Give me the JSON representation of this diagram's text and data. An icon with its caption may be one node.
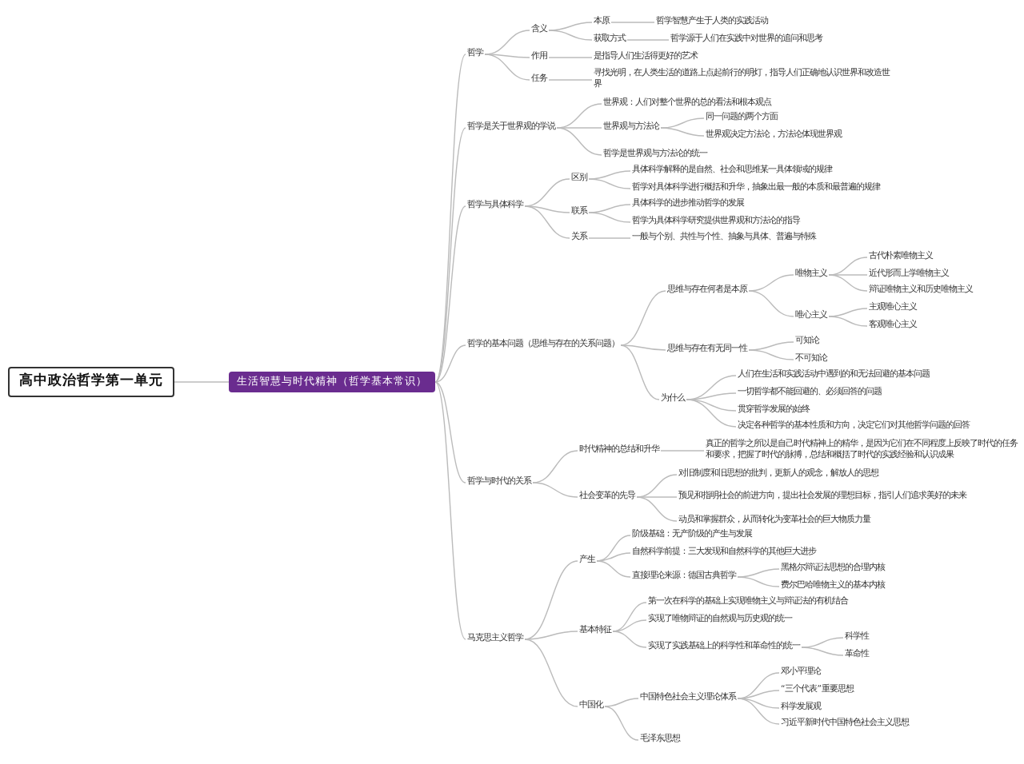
{
  "diagram": {
    "nodes": [
      {
        "text": [
          "高中政治哲学第一单元"
        ]
      },
      {
        "text": [
          "生活智慧与时代精神（哲学基本常识）"
        ]
      },
      {
        "text": [
          "哲学"
        ]
      },
      {
        "text": [
          "含义"
        ]
      },
      {
        "text": [
          "本原"
        ]
      },
      {
        "text": [
          "哲学智慧产生于人类的实践活动"
        ]
      },
      {
        "text": [
          "获取方式"
        ]
      },
      {
        "text": [
          "哲学源于人们在实践中对世界的追问和思考"
        ]
      },
      {
        "text": [
          "作用"
        ]
      },
      {
        "text": [
          "是指导人们生活得更好的艺术"
        ]
      },
      {
        "text": [
          "任务"
        ]
      },
      {
        "text": [
          "寻找光明，在人类生活的道路上点起前行的明灯，指导人们正确地认识世界和改造世界"
        ]
      },
      {
        "text": [
          "哲学是关于世界观的学说"
        ]
      },
      {
        "text": [
          "世界观：人们对整个世界的总的看法和根本观点"
        ]
      },
      {
        "text": [
          "世界观与方法论"
        ]
      },
      {
        "text": [
          "同一问题的两个方面"
        ]
      },
      {
        "text": [
          "世界观决定方法论，方法论体现世界观"
        ]
      },
      {
        "text": [
          "哲学是世界观与方法论的统一"
        ]
      },
      {
        "text": [
          "哲学与具体科学"
        ]
      },
      {
        "text": [
          "区别"
        ]
      },
      {
        "text": [
          "具体科学解释的是自然、社会和思维某一具体领域的规律"
        ]
      },
      {
        "text": [
          "哲学对具体科学进行概括和升华，抽象出最一般的本质和最普遍的规律"
        ]
      },
      {
        "text": [
          "联系"
        ]
      },
      {
        "text": [
          "具体科学的进步推动哲学的发展"
        ]
      },
      {
        "text": [
          "哲学为具体科学研究提供世界观和方法论的指导"
        ]
      },
      {
        "text": [
          "关系"
        ]
      },
      {
        "text": [
          "一般与个别、共性与个性、抽象与具体、普遍与特殊"
        ]
      },
      {
        "text": [
          "哲学的基本问题（思维与存在的关系问题）"
        ]
      },
      {
        "text": [
          "思维与存在何者是本原"
        ]
      },
      {
        "text": [
          "唯物主义"
        ]
      },
      {
        "text": [
          "古代朴素唯物主义"
        ]
      },
      {
        "text": [
          "近代形而上学唯物主义"
        ]
      },
      {
        "text": [
          "辩证唯物主义和历史唯物主义"
        ]
      },
      {
        "text": [
          "唯心主义"
        ]
      },
      {
        "text": [
          "主观唯心主义"
        ]
      },
      {
        "text": [
          "客观唯心主义"
        ]
      },
      {
        "text": [
          "思维与存在有无同一性"
        ]
      },
      {
        "text": [
          "可知论"
        ]
      },
      {
        "text": [
          "不可知论"
        ]
      },
      {
        "text": [
          "为什么"
        ]
      },
      {
        "text": [
          "人们在生活和实践活动中遇到的和无法回避的基本问题"
        ]
      },
      {
        "text": [
          "一切哲学都不能回避的、必须回答的问题"
        ]
      },
      {
        "text": [
          "贯穿哲学发展的始终"
        ]
      },
      {
        "text": [
          "决定各种哲学的基本性质和方向，决定它们对其他哲学问题的回答"
        ]
      },
      {
        "text": [
          "哲学与时代的关系"
        ]
      },
      {
        "text": [
          "时代精神的总结和升华"
        ]
      },
      {
        "text": [
          "真正的哲学之所以是自己时代精神上的精华，是因为它们在不同程度上反映了时代的任务和要求，把握了时代的脉搏，总结和概括了时代的实践经验和认识成果"
        ]
      },
      {
        "text": [
          "社会变革的先导"
        ]
      },
      {
        "text": [
          "对旧制度和旧思想的批判，更新人的观念，解放人的思想"
        ]
      },
      {
        "text": [
          "预见和指明社会的前进方向，提出社会发展的理想目标，指引人们追求美好的未来"
        ]
      },
      {
        "text": [
          "动员和掌握群众，从而转化为变革社会的巨大物质力量"
        ]
      },
      {
        "text": [
          "马克思主义哲学"
        ]
      },
      {
        "text": [
          "产生"
        ]
      },
      {
        "text": [
          "阶级基础：无产阶级的产生与发展"
        ]
      },
      {
        "text": [
          "自然科学前提：三大发现和自然科学的其他巨大进步"
        ]
      },
      {
        "text": [
          "直接理论来源：德国古典哲学"
        ]
      },
      {
        "text": [
          "黑格尔辩证法思想的合理内核"
        ]
      },
      {
        "text": [
          "费尔巴哈唯物主义的基本内核"
        ]
      },
      {
        "text": [
          "基本特征"
        ]
      },
      {
        "text": [
          "第一次在科学的基础上实现唯物主义与辩证法的有机结合"
        ]
      },
      {
        "text": [
          "实现了唯物辩证的自然观与历史观的统一"
        ]
      },
      {
        "text": [
          "实现了实践基础上的科学性和革命性的统一"
        ]
      },
      {
        "text": [
          "科学性"
        ]
      },
      {
        "text": [
          "革命性"
        ]
      },
      {
        "text": [
          "中国化"
        ]
      },
      {
        "text": [
          "中国特色社会主义理论体系"
        ]
      },
      {
        "text": [
          "邓小平理论"
        ]
      },
      {
        "text": [
          "“三个代表”重要思想"
        ]
      },
      {
        "text": [
          "科学发展观"
        ]
      },
      {
        "text": [
          "习近平新时代中国特色社会主义思想"
        ]
      },
      {
        "text": [
          "毛泽东思想"
        ]
      }
    ],
    "edges": [
      {
        "from": 0,
        "to": 1,
        "arrow": "none"
      },
      {
        "from": 1,
        "to": 2,
        "arrow": "none"
      },
      {
        "from": 2,
        "to": 3,
        "arrow": "none"
      },
      {
        "from": 3,
        "to": 4,
        "arrow": "none"
      },
      {
        "from": 4,
        "to": 5,
        "arrow": "none"
      },
      {
        "from": 3,
        "to": 6,
        "arrow": "none"
      },
      {
        "from": 6,
        "to": 7,
        "arrow": "none"
      },
      {
        "from": 2,
        "to": 8,
        "arrow": "none"
      },
      {
        "from": 8,
        "to": 9,
        "arrow": "none"
      },
      {
        "from": 2,
        "to": 10,
        "arrow": "none"
      },
      {
        "from": 10,
        "to": 11,
        "arrow": "none"
      },
      {
        "from": 1,
        "to": 12,
        "arrow": "none"
      },
      {
        "from": 12,
        "to": 13,
        "arrow": "none"
      },
      {
        "from": 12,
        "to": 14,
        "arrow": "none"
      },
      {
        "from": 14,
        "to": 15,
        "arrow": "none"
      },
      {
        "from": 14,
        "to": 16,
        "arrow": "none"
      },
      {
        "from": 12,
        "to": 17,
        "arrow": "none"
      },
      {
        "from": 1,
        "to": 18,
        "arrow": "none"
      },
      {
        "from": 18,
        "to": 19,
        "arrow": "none"
      },
      {
        "from": 19,
        "to": 20,
        "arrow": "none"
      },
      {
        "from": 19,
        "to": 21,
        "arrow": "none"
      },
      {
        "from": 18,
        "to": 22,
        "arrow": "none"
      },
      {
        "from": 22,
        "to": 23,
        "arrow": "none"
      },
      {
        "from": 22,
        "to": 24,
        "arrow": "none"
      },
      {
        "from": 18,
        "to": 25,
        "arrow": "none"
      },
      {
        "from": 25,
        "to": 26,
        "arrow": "none"
      },
      {
        "from": 1,
        "to": 27,
        "arrow": "none"
      },
      {
        "from": 27,
        "to": 28,
        "arrow": "none"
      },
      {
        "from": 28,
        "to": 29,
        "arrow": "none"
      },
      {
        "from": 29,
        "to": 30,
        "arrow": "none"
      },
      {
        "from": 29,
        "to": 31,
        "arrow": "none"
      },
      {
        "from": 29,
        "to": 32,
        "arrow": "none"
      },
      {
        "from": 28,
        "to": 33,
        "arrow": "none"
      },
      {
        "from": 33,
        "to": 34,
        "arrow": "none"
      },
      {
        "from": 33,
        "to": 35,
        "arrow": "none"
      },
      {
        "from": 27,
        "to": 36,
        "arrow": "none"
      },
      {
        "from": 36,
        "to": 37,
        "arrow": "none"
      },
      {
        "from": 36,
        "to": 38,
        "arrow": "none"
      },
      {
        "from": 27,
        "to": 39,
        "arrow": "none"
      },
      {
        "from": 39,
        "to": 40,
        "arrow": "none"
      },
      {
        "from": 39,
        "to": 41,
        "arrow": "none"
      },
      {
        "from": 39,
        "to": 42,
        "arrow": "none"
      },
      {
        "from": 39,
        "to": 43,
        "arrow": "none"
      },
      {
        "from": 1,
        "to": 44,
        "arrow": "none"
      },
      {
        "from": 44,
        "to": 45,
        "arrow": "none"
      },
      {
        "from": 45,
        "to": 46,
        "arrow": "none"
      },
      {
        "from": 44,
        "to": 47,
        "arrow": "none"
      },
      {
        "from": 47,
        "to": 48,
        "arrow": "none"
      },
      {
        "from": 47,
        "to": 49,
        "arrow": "none"
      },
      {
        "from": 47,
        "to": 50,
        "arrow": "none"
      },
      {
        "from": 1,
        "to": 51,
        "arrow": "none"
      },
      {
        "from": 51,
        "to": 52,
        "arrow": "none"
      },
      {
        "from": 52,
        "to": 53,
        "arrow": "none"
      },
      {
        "from": 52,
        "to": 54,
        "arrow": "none"
      },
      {
        "from": 52,
        "to": 55,
        "arrow": "none"
      },
      {
        "from": 55,
        "to": 56,
        "arrow": "none"
      },
      {
        "from": 55,
        "to": 57,
        "arrow": "none"
      },
      {
        "from": 51,
        "to": 58,
        "arrow": "none"
      },
      {
        "from": 58,
        "to": 59,
        "arrow": "none"
      },
      {
        "from": 58,
        "to": 60,
        "arrow": "none"
      },
      {
        "from": 58,
        "to": 61,
        "arrow": "none"
      },
      {
        "from": 61,
        "to": 62,
        "arrow": "none"
      },
      {
        "from": 61,
        "to": 63,
        "arrow": "none"
      },
      {
        "from": 51,
        "to": 64,
        "arrow": "none"
      },
      {
        "from": 64,
        "to": 65,
        "arrow": "none"
      },
      {
        "from": 65,
        "to": 66,
        "arrow": "none"
      },
      {
        "from": 65,
        "to": 67,
        "arrow": "none"
      },
      {
        "from": 65,
        "to": 68,
        "arrow": "none"
      },
      {
        "from": 65,
        "to": 69,
        "arrow": "none"
      },
      {
        "from": 64,
        "to": 70,
        "arrow": "none"
      }
    ]
  }
}
